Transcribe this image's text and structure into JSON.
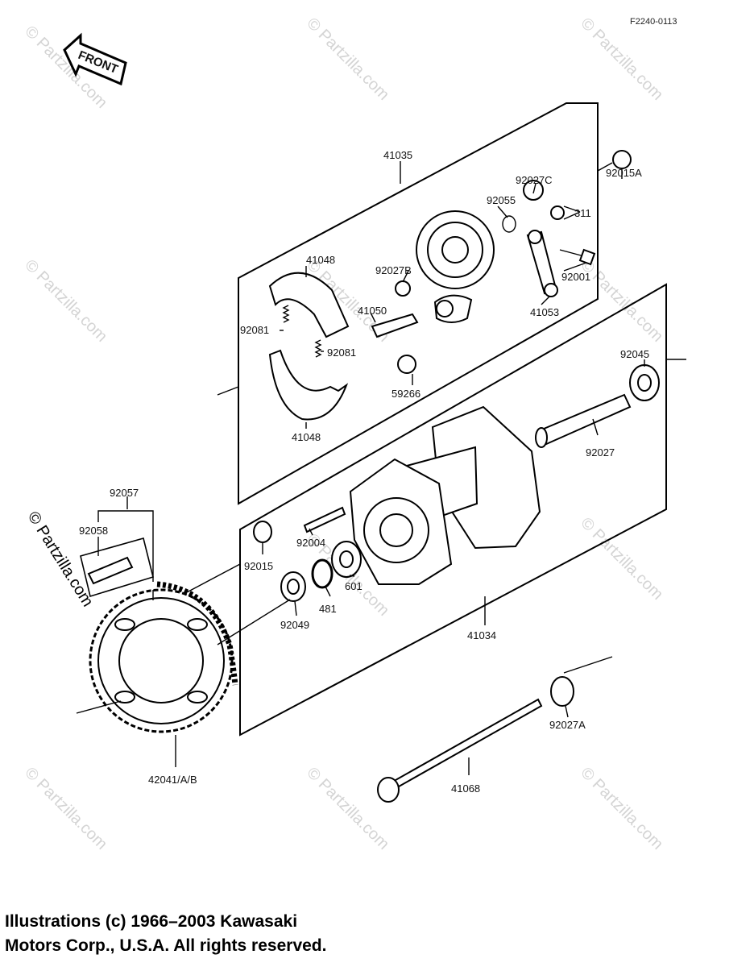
{
  "diagram_id": "F2240-0113",
  "front_label": "FRONT",
  "watermark_text": "© Partzilla.com",
  "labels": {
    "p41035": "41035",
    "p92015A": "92015A",
    "p92027C": "92027C",
    "p92055": "92055",
    "p311": "311",
    "p41048a": "41048",
    "p92027B": "92027B",
    "p92001": "92001",
    "p41050": "41050",
    "p41053": "41053",
    "p92081a": "92081",
    "p92081b": "92081",
    "p92045": "92045",
    "p59266": "59266",
    "p41048b": "41048",
    "p92027": "92027",
    "p92057": "92057",
    "p92058": "92058",
    "p92004": "92004",
    "p92015": "92015",
    "p601": "601",
    "p481": "481",
    "p92049": "92049",
    "p41034": "41034",
    "p92027A": "92027A",
    "p42041": "42041/A/B",
    "p41068": "41068"
  },
  "copyright": {
    "line1": "Illustrations (c) 1966–2003 Kawasaki",
    "line2": "Motors Corp., U.S.A.  All rights reserved."
  }
}
